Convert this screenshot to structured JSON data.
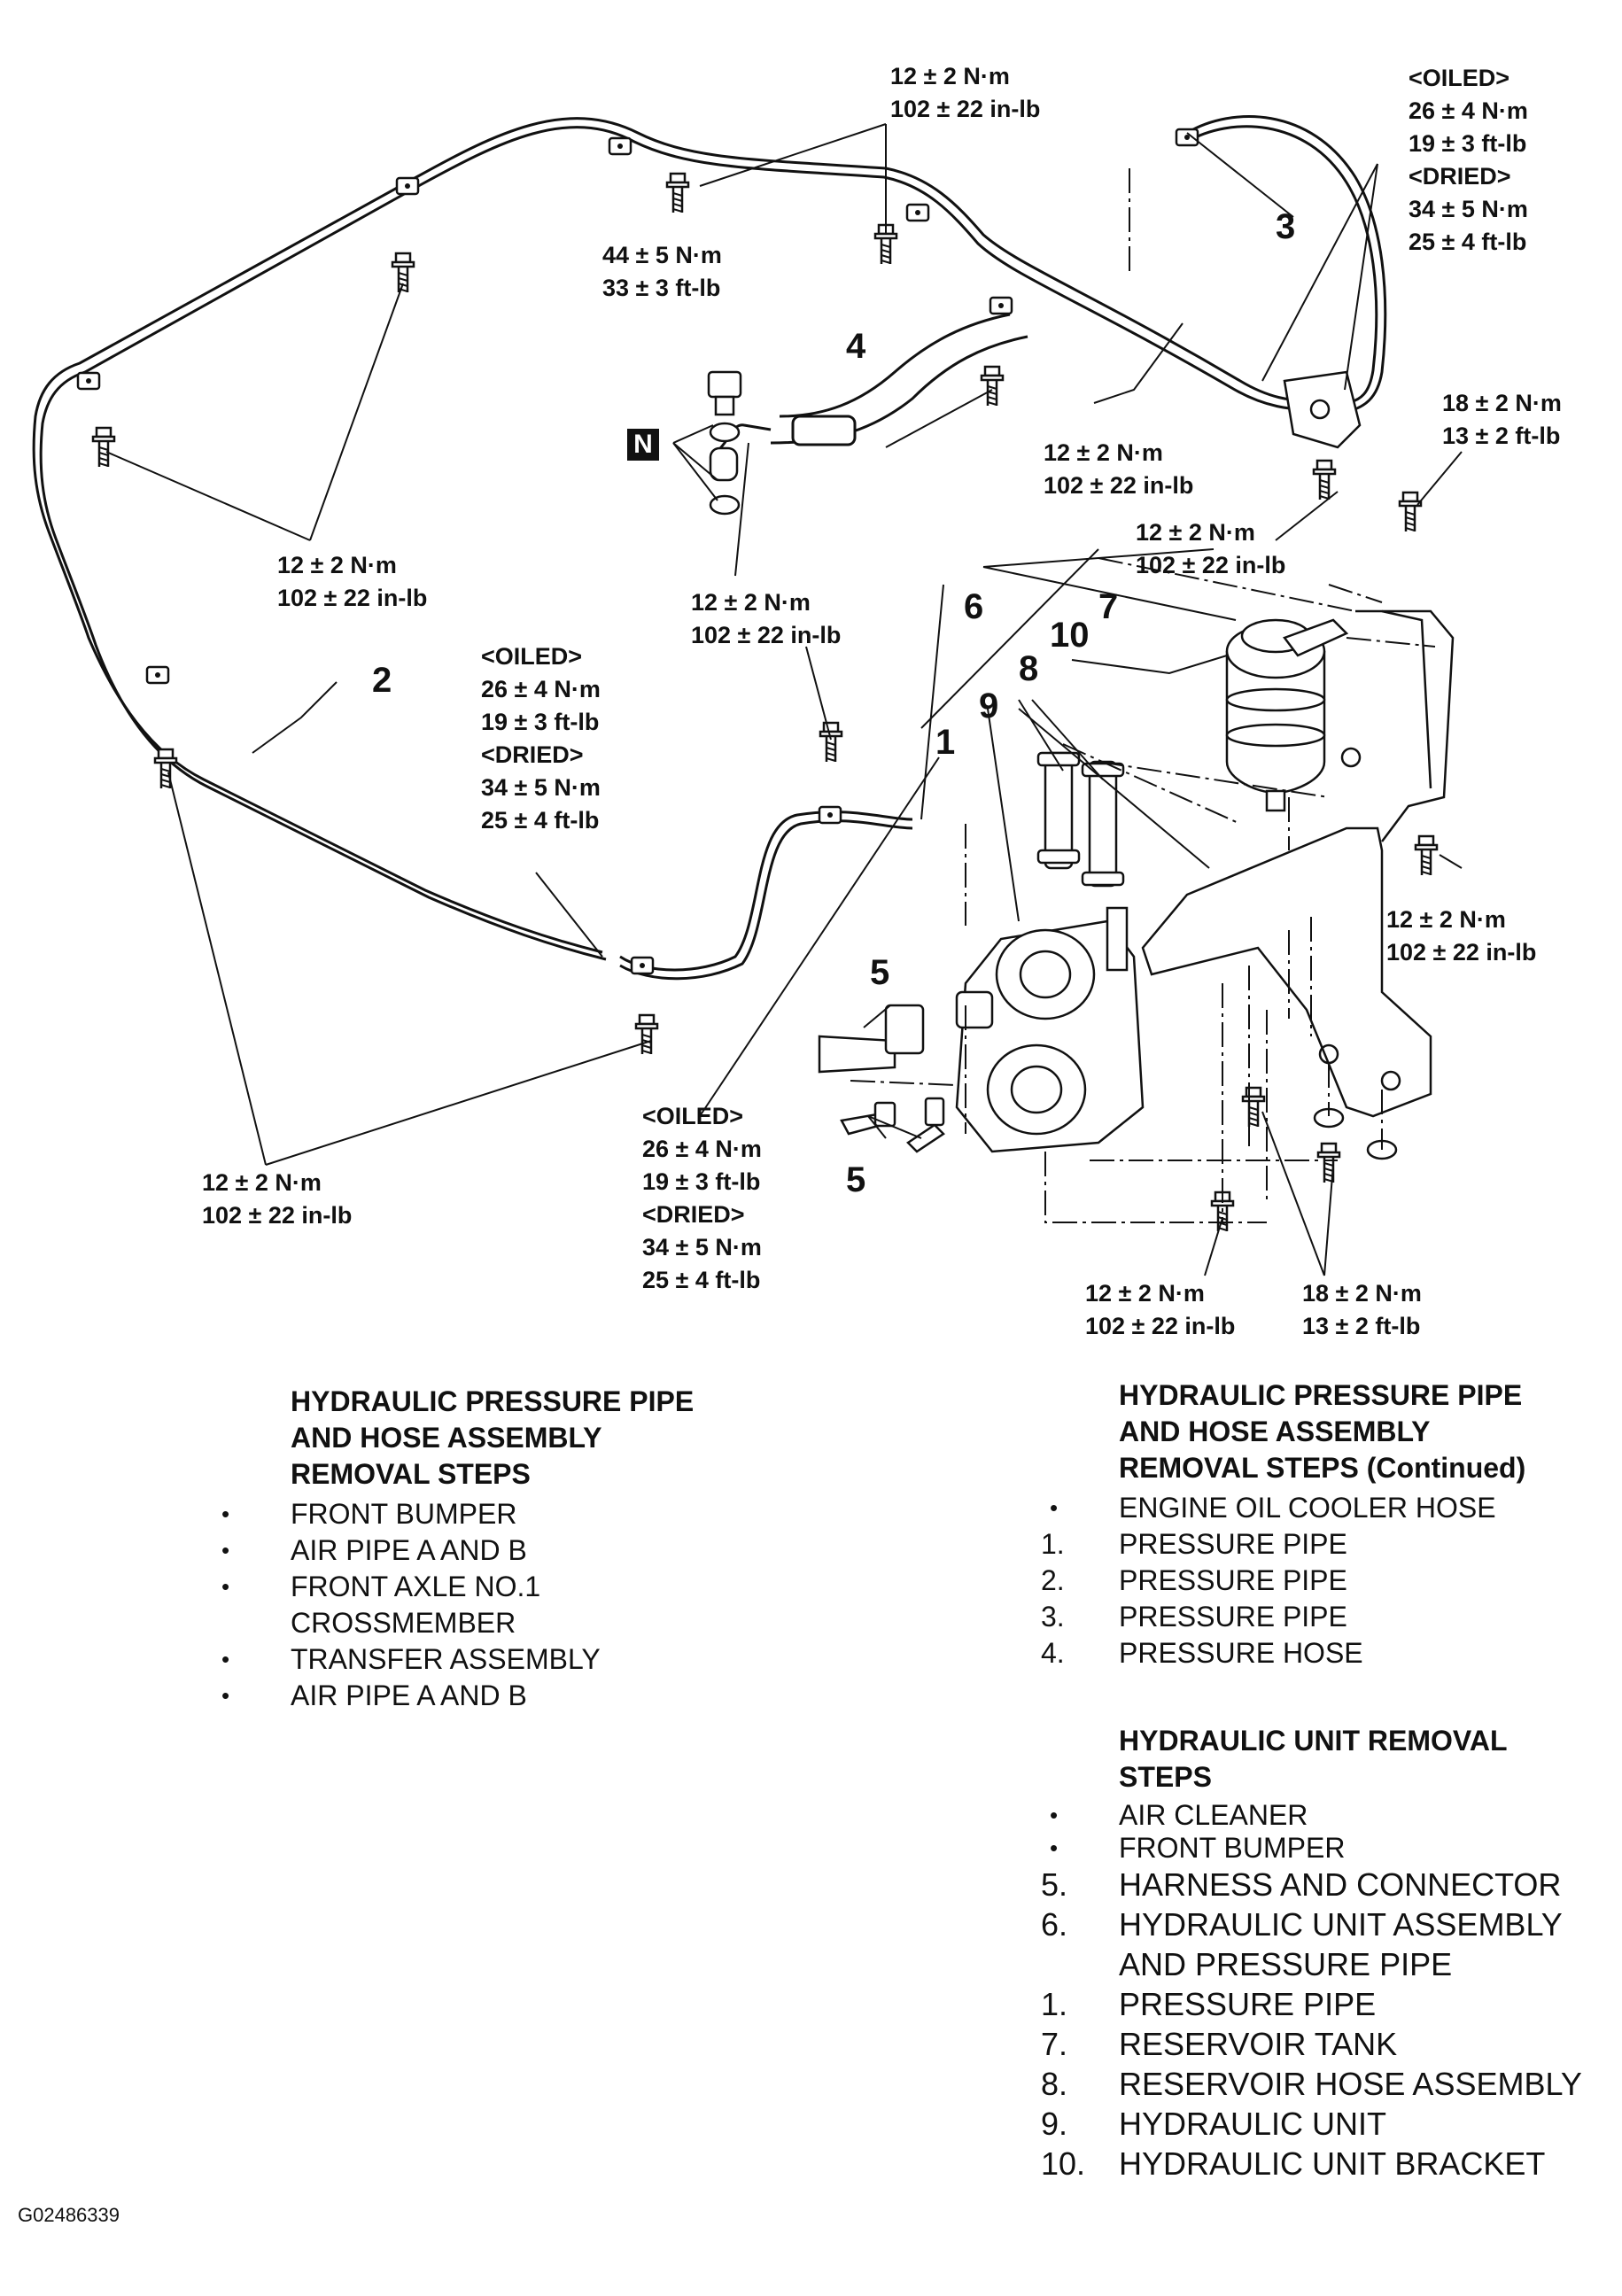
{
  "callout_numbers": [
    "1",
    "2",
    "3",
    "4",
    "5",
    "5",
    "6",
    "7",
    "8",
    "9",
    "10"
  ],
  "note_code": "N",
  "torque_labels": [
    {
      "id": "t-top-center",
      "lines": [
        "12 ± 2 N·m",
        "102 ± 22 in-lb"
      ]
    },
    {
      "id": "t-top-right",
      "lines": [
        "<OILED>",
        "26 ± 4 N·m",
        "19 ± 3 ft-lb",
        "<DRIED>",
        "34 ± 5 N·m",
        "25 ± 4 ft-lb"
      ]
    },
    {
      "id": "t-banjo",
      "lines": [
        "44 ± 5 N·m",
        "33 ± 3 ft-lb"
      ]
    },
    {
      "id": "t-hose-bracket",
      "lines": [
        "12 ± 2 N·m",
        "102 ± 22 in-lb"
      ]
    },
    {
      "id": "t-right-bracket",
      "lines": [
        "18 ± 2 N·m",
        "13 ± 2 ft-lb"
      ]
    },
    {
      "id": "t-right-clamp",
      "lines": [
        "12 ± 2 N·m",
        "102 ± 22 in-lb"
      ]
    },
    {
      "id": "t-left-clamps",
      "lines": [
        "12 ± 2 N·m",
        "102 ± 22 in-lb"
      ]
    },
    {
      "id": "t-center-clamp",
      "lines": [
        "12 ± 2 N·m",
        "102 ± 22 in-lb"
      ]
    },
    {
      "id": "t-pipe2-flare",
      "lines": [
        "<OILED>",
        "26 ± 4 N·m",
        "19 ± 3 ft-lb",
        "<DRIED>",
        "34 ± 5 N·m",
        "25 ± 4 ft-lb"
      ]
    },
    {
      "id": "t-bracket-bolt",
      "lines": [
        "12 ± 2 N·m",
        "102 ± 22 in-lb"
      ]
    },
    {
      "id": "t-lower-left",
      "lines": [
        "12 ± 2 N·m",
        "102 ± 22 in-lb"
      ]
    },
    {
      "id": "t-pipe1-flare",
      "lines": [
        "<OILED>",
        "26 ± 4 N·m",
        "19 ± 3 ft-lb",
        "<DRIED>",
        "34 ± 5 N·m",
        "25 ± 4 ft-lb"
      ]
    },
    {
      "id": "t-bottom-unit",
      "lines": [
        "12 ± 2 N·m",
        "102 ± 22 in-lb"
      ]
    },
    {
      "id": "t-bottom-mount",
      "lines": [
        "18 ± 2 N·m",
        "13 ± 2 ft-lb"
      ]
    }
  ],
  "procedures": {
    "left": {
      "heading": [
        "HYDRAULIC PRESSURE PIPE",
        "AND HOSE ASSEMBLY",
        "REMOVAL STEPS"
      ],
      "items": [
        {
          "mark": "•",
          "text": "FRONT BUMPER"
        },
        {
          "mark": "•",
          "text": "AIR PIPE A AND B"
        },
        {
          "mark": "•",
          "text": "FRONT AXLE NO.1"
        },
        {
          "mark": "",
          "text": "CROSSMEMBER"
        },
        {
          "mark": "•",
          "text": "TRANSFER ASSEMBLY"
        },
        {
          "mark": "•",
          "text": "AIR PIPE A AND B"
        }
      ]
    },
    "right": {
      "heading": [
        "HYDRAULIC PRESSURE PIPE",
        "AND HOSE ASSEMBLY",
        "REMOVAL STEPS (Continued)"
      ],
      "items": [
        {
          "mark": "•",
          "text": "ENGINE OIL COOLER HOSE"
        },
        {
          "mark": "1.",
          "text": "PRESSURE PIPE"
        },
        {
          "mark": "2.",
          "text": "PRESSURE PIPE"
        },
        {
          "mark": "3.",
          "text": "PRESSURE PIPE"
        },
        {
          "mark": "4.",
          "text": "PRESSURE HOSE"
        }
      ]
    },
    "unit": {
      "heading": [
        "HYDRAULIC UNIT REMOVAL",
        "STEPS"
      ],
      "items": [
        {
          "mark": "•",
          "text": "AIR CLEANER"
        },
        {
          "mark": "•",
          "text": "FRONT BUMPER"
        },
        {
          "mark": "5.",
          "text": "HARNESS AND CONNECTOR"
        },
        {
          "mark": "6.",
          "text": "HYDRAULIC UNIT ASSEMBLY"
        },
        {
          "mark": "",
          "text": "AND PRESSURE PIPE"
        },
        {
          "mark": "1.",
          "text": "PRESSURE PIPE"
        },
        {
          "mark": "7.",
          "text": "RESERVOIR TANK"
        },
        {
          "mark": "8.",
          "text": "RESERVOIR HOSE ASSEMBLY"
        },
        {
          "mark": "9.",
          "text": "HYDRAULIC UNIT"
        },
        {
          "mark": "10.",
          "text": "HYDRAULIC UNIT BRACKET"
        }
      ]
    }
  },
  "figure_id": "G02486339"
}
